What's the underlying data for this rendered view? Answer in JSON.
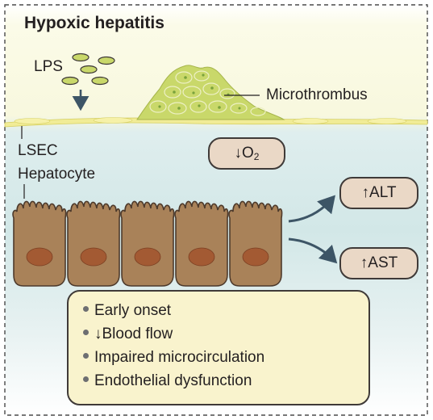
{
  "title": "Hypoxic hepatitis",
  "labels": {
    "lps": "LPS",
    "microthrombus": "Microthrombus",
    "lsec": "LSEC",
    "hepatocyte": "Hepatocyte"
  },
  "markers": {
    "o2_prefix": "↓O",
    "o2_subscript": "2",
    "alt": "↑ALT",
    "ast": "↑AST"
  },
  "features": [
    "Early onset",
    "↓Blood flow",
    "Impaired microcirculation",
    "Endothelial dysfunction"
  ],
  "colors": {
    "sinusoid_top": "#f8f8dd",
    "tissue_blue": "#d4e8e8",
    "endothelium": "#f1ec96",
    "microthrombus": "#c9d86a",
    "hepatocyte": "#a98259",
    "nucleus": "#a35a33",
    "arrow": "#3d5566",
    "pill_fill": "#ead8c6",
    "box_fill": "#f9f3cd"
  }
}
